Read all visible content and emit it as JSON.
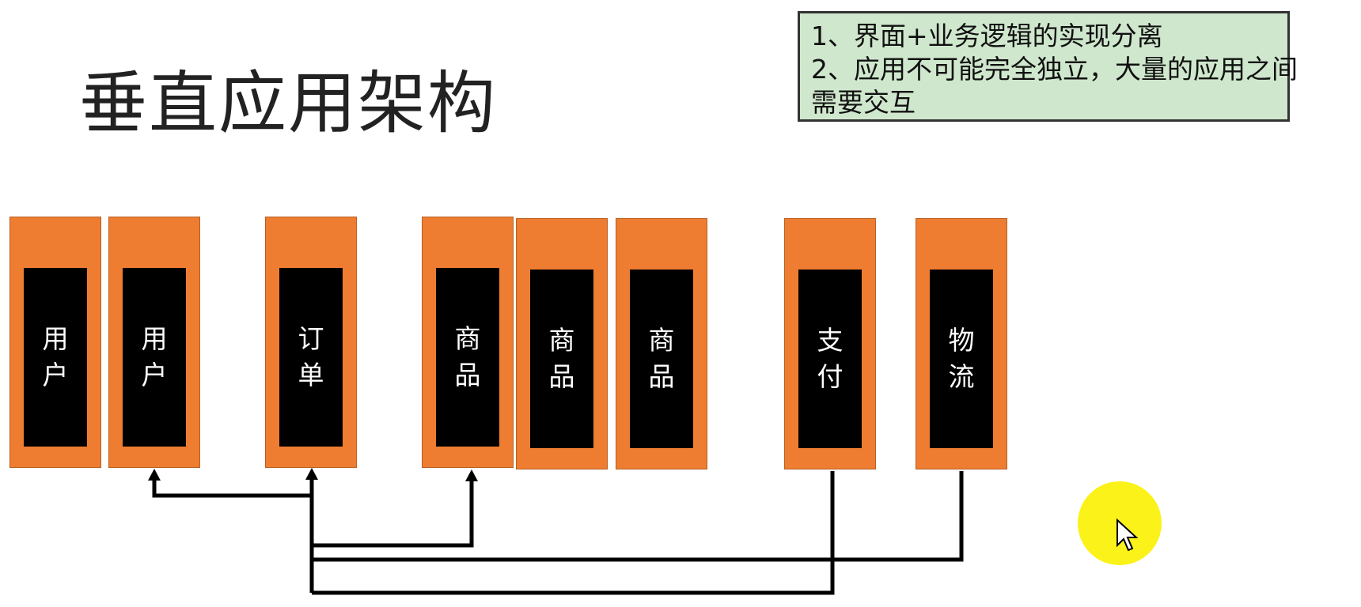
{
  "title": "垂直应用架构",
  "notes": [
    "1、界面+业务逻辑的实现分离",
    "2、应用不可能完全独立，大量的应用之间",
    "需要交互"
  ],
  "modules": [
    {
      "id": "user-1",
      "label": "用户"
    },
    {
      "id": "user-2",
      "label": "用户"
    },
    {
      "id": "order",
      "label": "订单"
    },
    {
      "id": "goods-1",
      "label": "商品"
    },
    {
      "id": "goods-2",
      "label": "商品"
    },
    {
      "id": "goods-3",
      "label": "商品"
    },
    {
      "id": "payment",
      "label": "支付"
    },
    {
      "id": "logistics",
      "label": "物流"
    }
  ],
  "colors": {
    "module_fill": "#ee7d31",
    "module_inner": "#000000",
    "note_fill": "#cfe7cd",
    "connector": "#000000",
    "cursor_highlight": "#fbf21a"
  },
  "icons": {
    "cursor": "mouse-pointer-icon"
  }
}
